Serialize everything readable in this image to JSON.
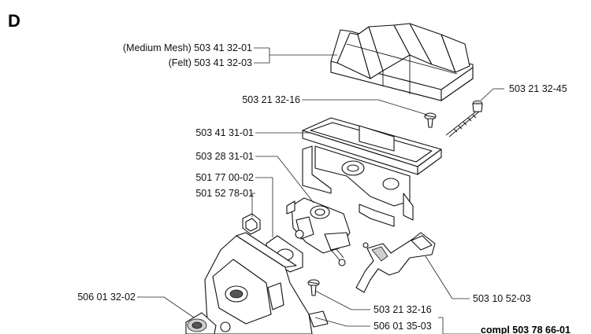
{
  "section_letter": "D",
  "labels": {
    "air_filter_medium": "(Medium Mesh) 503 41 32-01",
    "air_filter_felt": "(Felt) 503 41 32-03",
    "screw_top": "503 21 32-16",
    "bolt": "503 21 32-45",
    "filter_holder": "503 41 31-01",
    "carburetor": "503 28 31-01",
    "gasket": "501 77 00-02",
    "nut": "501 52 78-01",
    "bushing": "506 01 32-02",
    "screw_bottom": "503 21 32-16",
    "throttle_lever": "503 10 52-03",
    "housing": "506 01 35-03",
    "complete_kit": "compl 503 78 66-01"
  }
}
